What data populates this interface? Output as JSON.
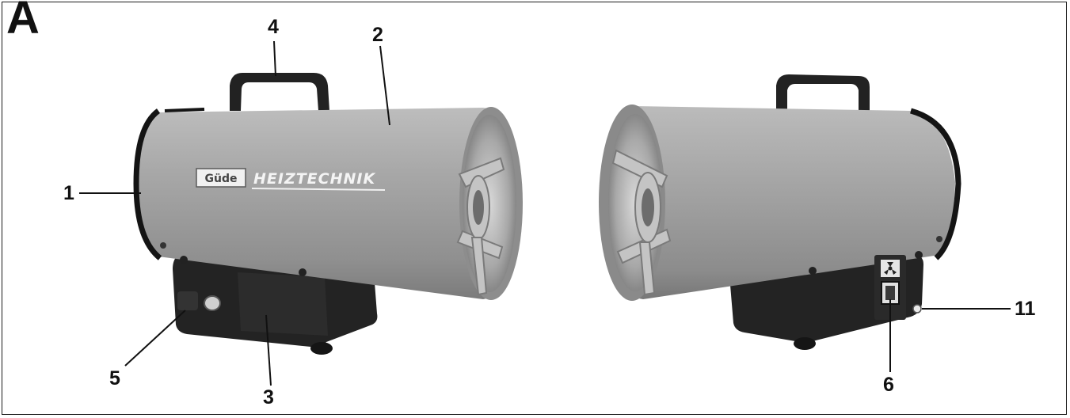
{
  "figure": {
    "letter": "A"
  },
  "left_heater": {
    "brand_logo_text": "Güde",
    "brand_text": "HEIZTECHNIK"
  },
  "callouts": [
    {
      "id": "1",
      "label": "1"
    },
    {
      "id": "2",
      "label": "2"
    },
    {
      "id": "3",
      "label": "3"
    },
    {
      "id": "4",
      "label": "4"
    },
    {
      "id": "5",
      "label": "5"
    },
    {
      "id": "6",
      "label": "6"
    },
    {
      "id": "11",
      "label": "11"
    }
  ],
  "colors": {
    "body_grey": "#a2a2a2",
    "body_dark": "#6e6e6e",
    "base_black": "#1f1f1f",
    "rim_black": "#141414",
    "grill_grey": "#b9b9b9"
  }
}
